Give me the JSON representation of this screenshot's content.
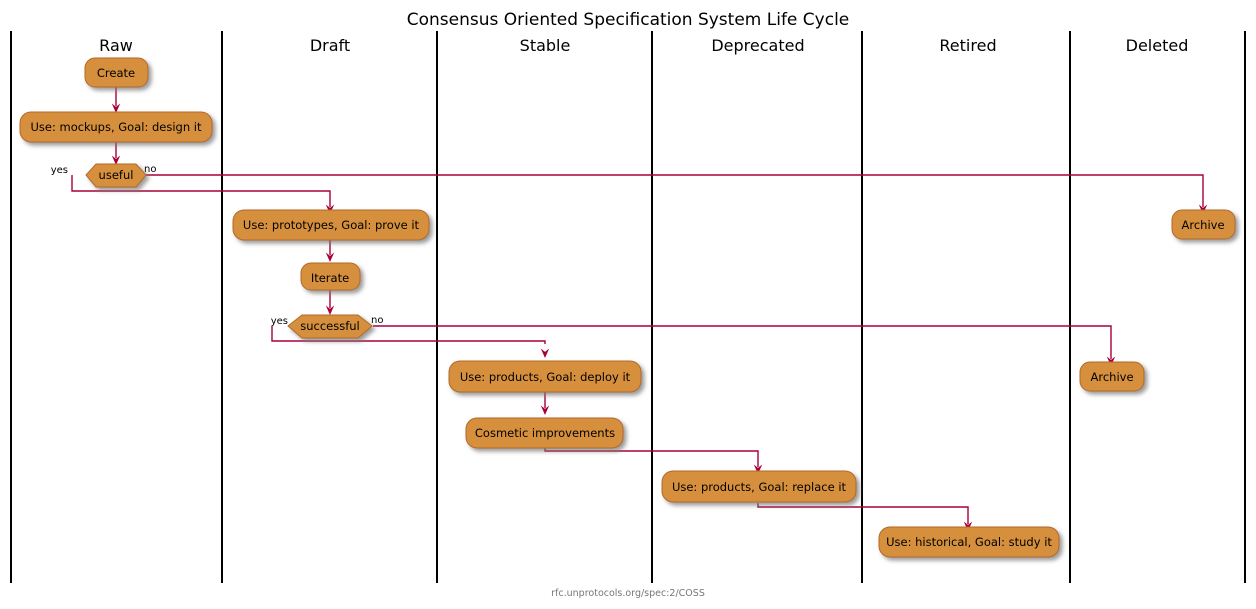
{
  "diagram": {
    "title": "Consensus Oriented Specification System Life Cycle",
    "footer": "rfc.unprotocols.org/spec:2/COSS",
    "colors": {
      "node_fill": "#D6903C",
      "node_stroke": "#B3692A",
      "flow": "#A80036",
      "lane_separator": "#000000",
      "background": "#FFFFFF",
      "footer_text": "#777777"
    },
    "lanes": [
      {
        "id": "raw",
        "label": "Raw"
      },
      {
        "id": "draft",
        "label": "Draft"
      },
      {
        "id": "stable",
        "label": "Stable"
      },
      {
        "id": "deprecated",
        "label": "Deprecated"
      },
      {
        "id": "retired",
        "label": "Retired"
      },
      {
        "id": "deleted",
        "label": "Deleted"
      }
    ],
    "nodes": [
      {
        "id": "create",
        "lane": "raw",
        "type": "activity",
        "label": "Create"
      },
      {
        "id": "mockups",
        "lane": "raw",
        "type": "activity",
        "label": "Use: mockups, Goal: design it"
      },
      {
        "id": "useful",
        "lane": "raw",
        "type": "decision",
        "label": "useful"
      },
      {
        "id": "prototypes",
        "lane": "draft",
        "type": "activity",
        "label": "Use: prototypes, Goal: prove it"
      },
      {
        "id": "iterate",
        "lane": "draft",
        "type": "activity",
        "label": "Iterate"
      },
      {
        "id": "successful",
        "lane": "draft",
        "type": "decision",
        "label": "successful"
      },
      {
        "id": "deploy",
        "lane": "stable",
        "type": "activity",
        "label": "Use: products, Goal: deploy it"
      },
      {
        "id": "cosmetic",
        "lane": "stable",
        "type": "activity",
        "label": "Cosmetic improvements"
      },
      {
        "id": "replace",
        "lane": "deprecated",
        "type": "activity",
        "label": "Use: products, Goal: replace it"
      },
      {
        "id": "study",
        "lane": "retired",
        "type": "activity",
        "label": "Use: historical, Goal: study it"
      },
      {
        "id": "archive_ret",
        "lane": "retired",
        "type": "activity",
        "label": "Archive"
      },
      {
        "id": "archive_del",
        "lane": "deleted",
        "type": "activity",
        "label": "Archive"
      }
    ],
    "guards": [
      {
        "id": "useful_yes",
        "label": "yes"
      },
      {
        "id": "useful_no",
        "label": "no"
      },
      {
        "id": "successful_yes",
        "label": "yes"
      },
      {
        "id": "successful_no",
        "label": "no"
      }
    ],
    "edges": [
      {
        "from": "create",
        "to": "mockups",
        "guard": ""
      },
      {
        "from": "mockups",
        "to": "useful",
        "guard": ""
      },
      {
        "from": "useful",
        "to": "prototypes",
        "guard": "yes"
      },
      {
        "from": "useful",
        "to": "archive_del",
        "guard": "no"
      },
      {
        "from": "prototypes",
        "to": "iterate",
        "guard": ""
      },
      {
        "from": "iterate",
        "to": "successful",
        "guard": ""
      },
      {
        "from": "successful",
        "to": "deploy",
        "guard": "yes"
      },
      {
        "from": "successful",
        "to": "archive_ret",
        "guard": "no"
      },
      {
        "from": "deploy",
        "to": "cosmetic",
        "guard": ""
      },
      {
        "from": "cosmetic",
        "to": "replace",
        "guard": ""
      },
      {
        "from": "replace",
        "to": "study",
        "guard": ""
      }
    ]
  }
}
